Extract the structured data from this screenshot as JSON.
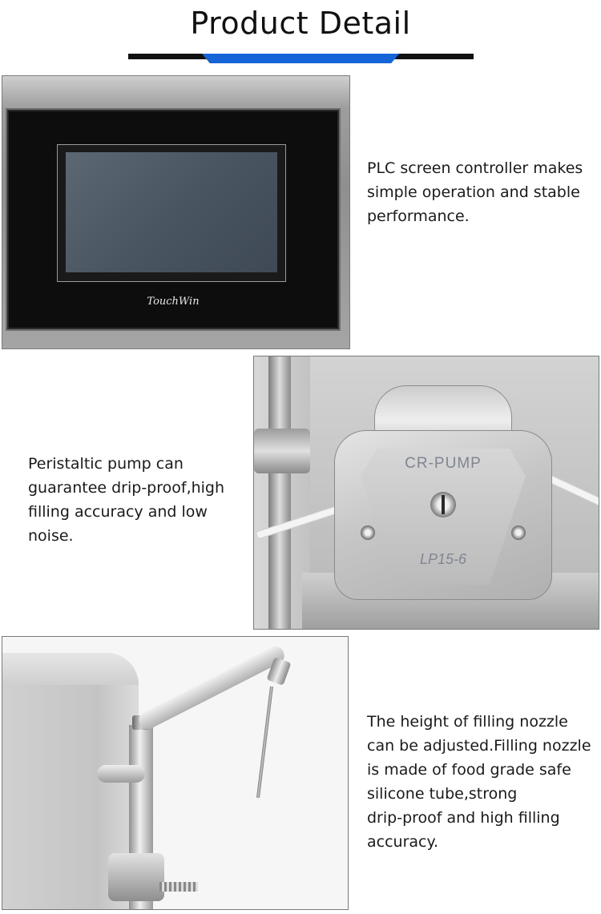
{
  "heading": {
    "title": "Product Detail",
    "accent_color": "#1565d8"
  },
  "sections": [
    {
      "image": "plc-touch-screen-photo",
      "brand_text": "TouchWin",
      "description": [
        "PLC screen controller makes",
        "simple operation and stable",
        "performance."
      ]
    },
    {
      "image": "peristaltic-pump-photo",
      "pump_label": "CR-PUMP",
      "model_label": "LP15-6",
      "description": [
        "Peristaltic pump can",
        "guarantee drip-proof,high",
        "filling accuracy and low noise."
      ]
    },
    {
      "image": "filling-nozzle-photo",
      "description": [
        "The height of filling nozzle",
        "can be adjusted.Filling nozzle",
        "is made of food grade safe",
        "silicone tube,strong",
        "drip-proof and high filling",
        "accuracy."
      ]
    }
  ]
}
